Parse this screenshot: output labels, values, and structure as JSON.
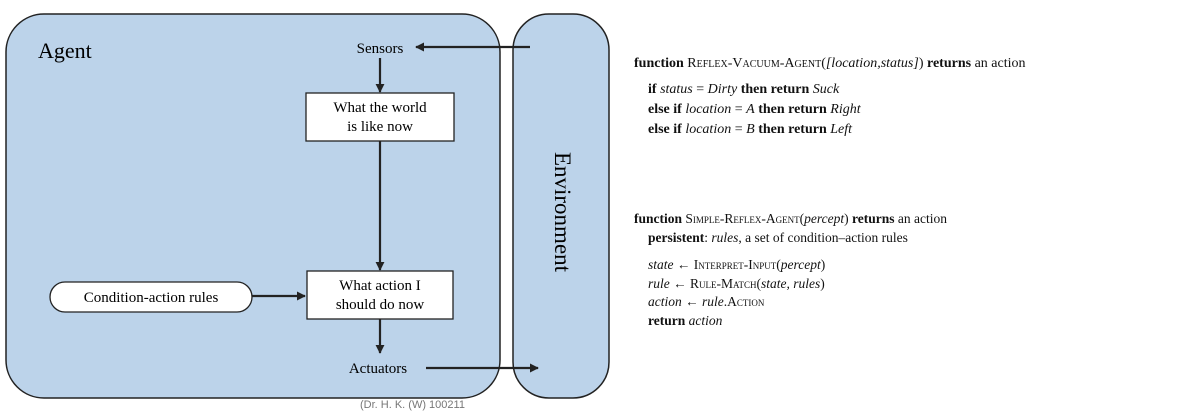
{
  "diagram": {
    "agent_label": "Agent",
    "environment_label": "Environment",
    "sensors_label": "Sensors",
    "actuators_label": "Actuators",
    "world_state_line1": "What the world",
    "world_state_line2": "is like now",
    "action_line1": "What action I",
    "action_line2": "should do now",
    "rules_label": "Condition-action rules",
    "colors": {
      "agent_fill": "#bcd3ea",
      "stroke": "#222222",
      "box_fill": "#ffffff"
    }
  },
  "reflex_vacuum": {
    "kw_function": "function",
    "name": "Reflex-Vacuum-Agent",
    "params": "[location,status]",
    "kw_returns": "returns",
    "returns_text": "an action",
    "lines": [
      {
        "kw1": "if",
        "var1": "status",
        "op": " = ",
        "val1": "Dirty",
        "kw2": "then return",
        "res": "Suck"
      },
      {
        "kw1": "else if",
        "var1": "location",
        "op": " = ",
        "val1": "A",
        "kw2": "then return",
        "res": "Right"
      },
      {
        "kw1": "else if",
        "var1": "location",
        "op": " = ",
        "val1": "B",
        "kw2": "then return",
        "res": "Left"
      }
    ]
  },
  "simple_reflex": {
    "kw_function": "function",
    "name": "Simple-Reflex-Agent",
    "param": "percept",
    "kw_returns": "returns",
    "returns_text": "an action",
    "kw_persistent": "persistent",
    "persistent_var": "rules",
    "persistent_desc": ", a set of condition–action rules",
    "arrow": "←",
    "line_state_var": "state",
    "interpret_fn": "Interpret-Input",
    "interpret_arg": "percept",
    "line_rule_var": "rule",
    "match_fn": "Rule-Match",
    "match_args": "state, rules",
    "line_action_var": "action",
    "action_obj": "rule",
    "action_field": "Action",
    "kw_return": "return",
    "return_var": "action"
  },
  "footer_text": "(Dr. H. K. (W)                 100211"
}
